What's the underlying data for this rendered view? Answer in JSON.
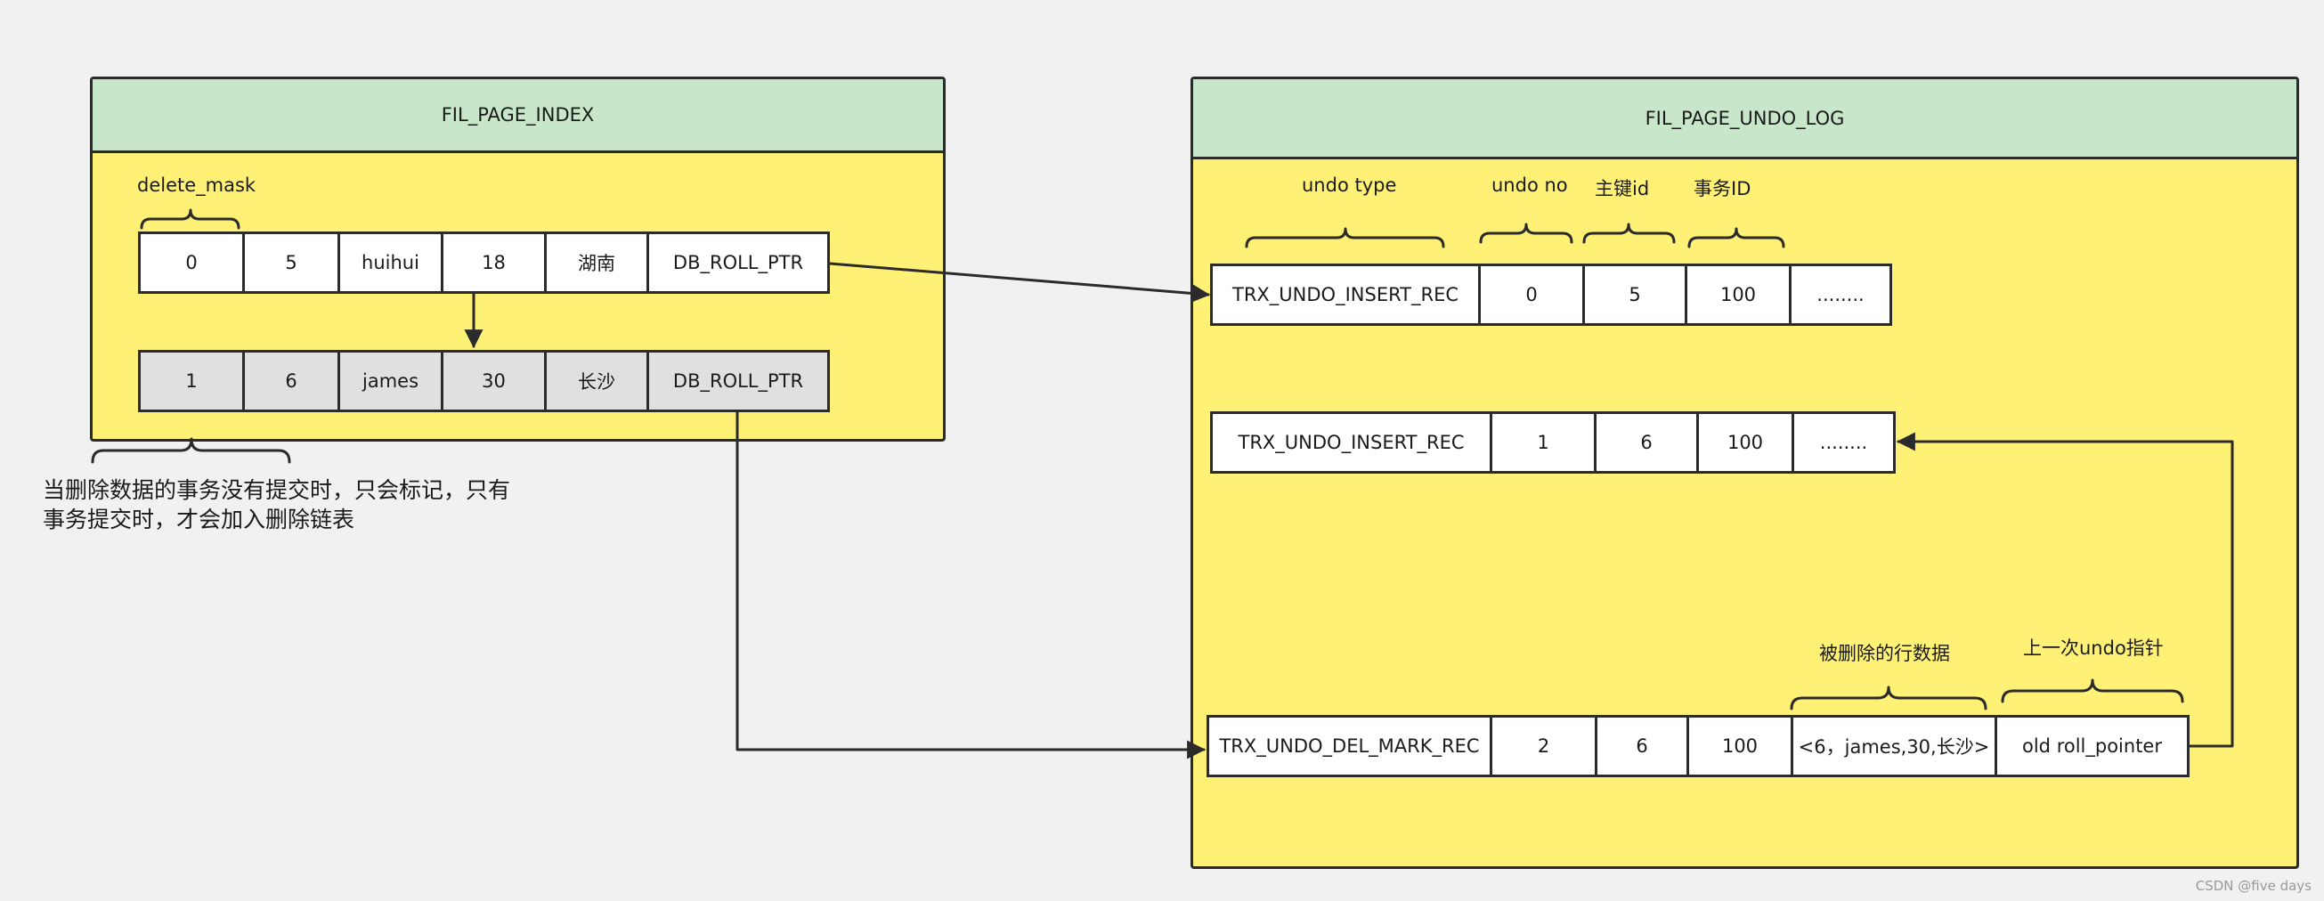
{
  "left_panel": {
    "title": "FIL_PAGE_INDEX",
    "delete_mask_label": "delete_mask",
    "row1": [
      "0",
      "5",
      "huihui",
      "18",
      "湖南",
      "DB_ROLL_PTR"
    ],
    "row2": [
      "1",
      "6",
      "james",
      "30",
      "长沙",
      "DB_ROLL_PTR"
    ]
  },
  "note": {
    "line1": "当删除数据的事务没有提交时，只会标记，只有",
    "line2": "事务提交时，才会加入删除链表"
  },
  "right_panel": {
    "title": "FIL_PAGE_UNDO_LOG",
    "labels": {
      "undo_type": "undo type",
      "undo_no": "undo no",
      "primary_key": "主键id",
      "trx_id": "事务ID",
      "deleted_row": "被删除的行数据",
      "prev_undo_ptr": "上一次undo指针"
    },
    "rec1": [
      "TRX_UNDO_INSERT_REC",
      "0",
      "5",
      "100",
      "........"
    ],
    "rec2": [
      "TRX_UNDO_INSERT_REC",
      "1",
      "6",
      "100",
      "........"
    ],
    "rec3": [
      "TRX_UNDO_DEL_MARK_REC",
      "2",
      "6",
      "100",
      "<6，james,30,长沙>",
      "old roll_pointer"
    ]
  },
  "watermark": "CSDN @five days"
}
